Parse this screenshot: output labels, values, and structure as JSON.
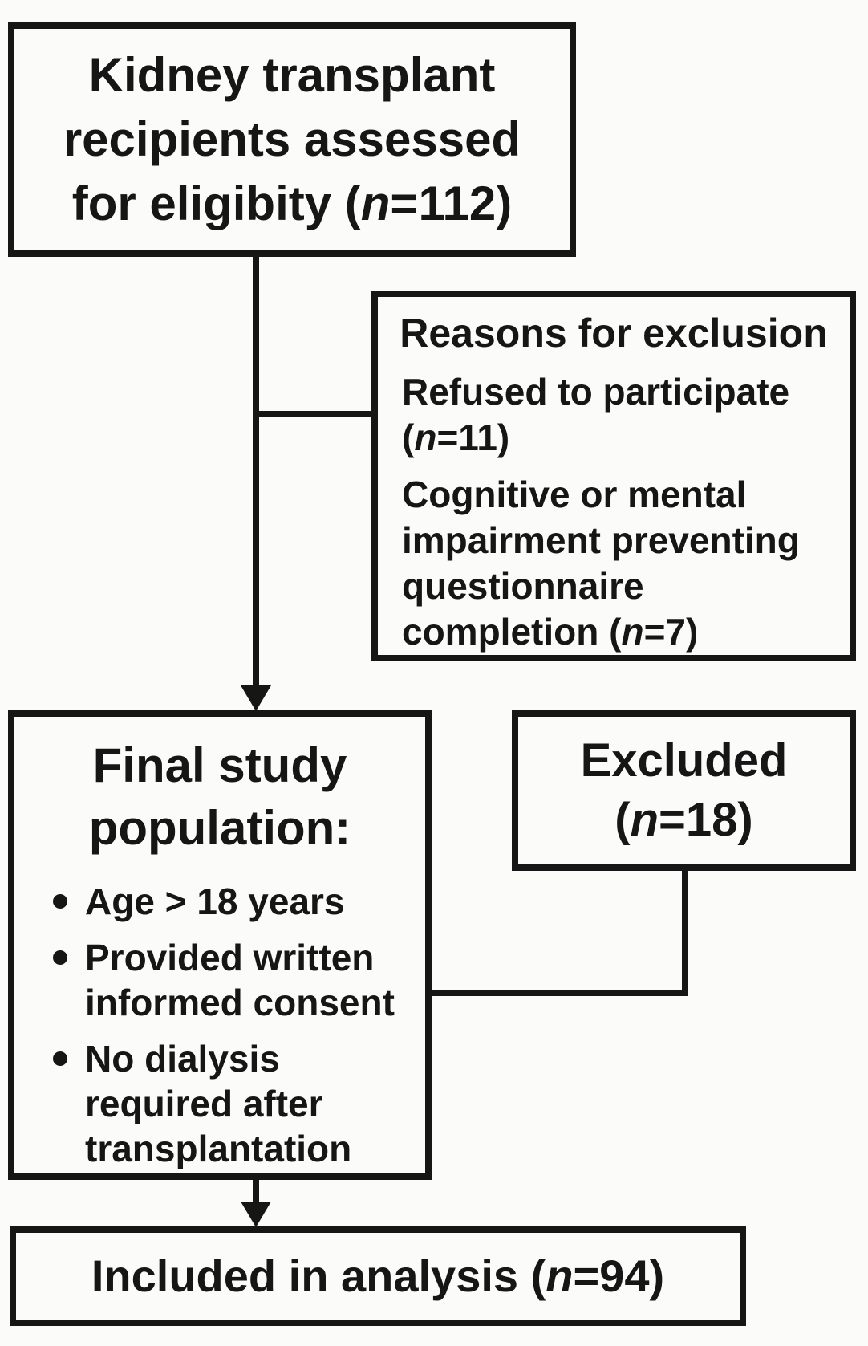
{
  "colors": {
    "ink": "#161616",
    "background": "#fbfbfa"
  },
  "bullet_char": "•",
  "boxes": {
    "eligibility": {
      "lines": [
        {
          "text": "Kidney transplant"
        },
        {
          "text": "recipients assessed"
        },
        {
          "pre": "for eligibity (",
          "n": "n",
          "post": "=112)"
        }
      ]
    },
    "reasons": {
      "title": "Reasons for exclusion",
      "items": [
        {
          "lines": [
            {
              "text": "Refused to participate"
            },
            {
              "pre": "(",
              "n": "n",
              "post": "=11)"
            }
          ]
        },
        {
          "lines": [
            {
              "text": "Cognitive or mental"
            },
            {
              "text": "impairment preventing"
            },
            {
              "text": "questionnaire"
            },
            {
              "pre": "completion (",
              "n": "n",
              "post": "=7)"
            }
          ]
        }
      ]
    },
    "final_population": {
      "title_lines": [
        "Final study",
        "population:"
      ],
      "bullets": [
        {
          "lines": [
            "Age > 18 years"
          ]
        },
        {
          "lines": [
            "Provided written",
            "informed consent"
          ]
        },
        {
          "lines": [
            "No dialysis",
            "required after",
            "transplantation"
          ]
        }
      ]
    },
    "excluded": {
      "lines": [
        {
          "text": "Excluded"
        },
        {
          "pre": "(",
          "n": "n",
          "post": "=18)"
        }
      ]
    },
    "included": {
      "line": {
        "pre": "Included in analysis (",
        "n": "n",
        "post": "=94)"
      }
    }
  }
}
